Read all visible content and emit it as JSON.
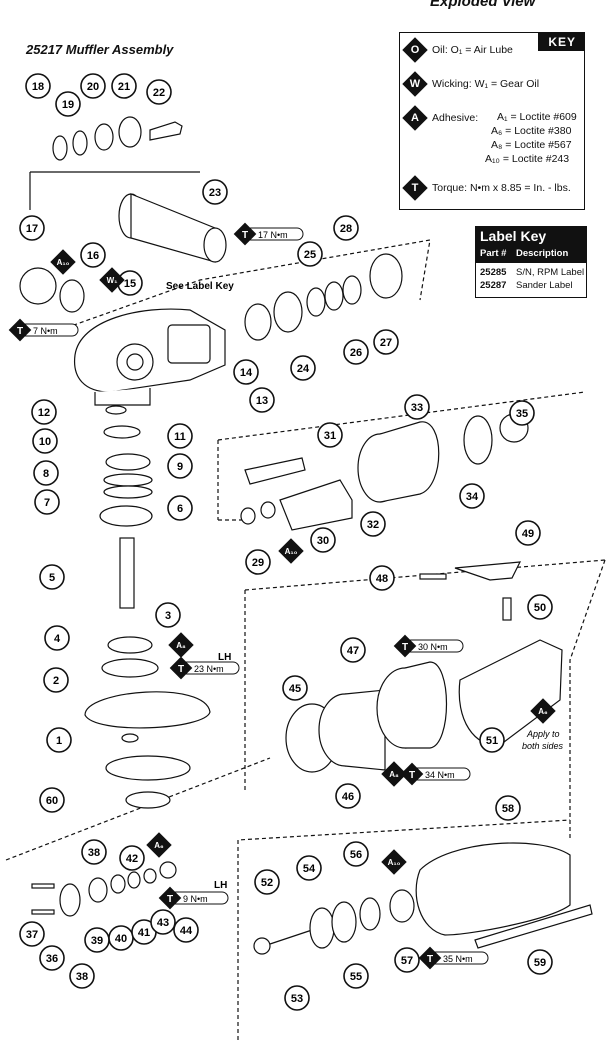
{
  "header": {
    "title": "Exploded View"
  },
  "muffler": {
    "title": "25217 Muffler Assembly"
  },
  "key": {
    "title": "KEY",
    "rows": [
      {
        "symbol": "O",
        "text": "Oil: O₁ = Air Lube"
      },
      {
        "symbol": "W",
        "text": "Wicking: W₁ = Gear Oil"
      },
      {
        "symbol": "A",
        "text": "Adhesive:"
      },
      {
        "symbol": "T",
        "text": "Torque: N•m x 8.85 = In. - lbs."
      }
    ],
    "adhesives": [
      "A₁ = Loctite #609",
      "A₆ = Loctite #380",
      "A₈ = Loctite #567",
      "A₁₀ = Loctite #243"
    ]
  },
  "label_key": {
    "title": "Label Key",
    "col_part": "Part #",
    "col_desc": "Description",
    "rows": [
      {
        "part": "25285",
        "desc": "S/N, RPM Label"
      },
      {
        "part": "25287",
        "desc": "Sander Label"
      }
    ]
  },
  "callouts": {
    "see_label_key": "See Label Key",
    "apply_both_sides_1": "Apply to",
    "apply_both_sides_2": "both sides",
    "lh": "LH"
  },
  "part_numbers": [
    "1",
    "2",
    "3",
    "4",
    "5",
    "6",
    "7",
    "8",
    "9",
    "10",
    "11",
    "12",
    "13",
    "14",
    "15",
    "16",
    "17",
    "18",
    "19",
    "20",
    "21",
    "22",
    "23",
    "24",
    "25",
    "26",
    "27",
    "28",
    "29",
    "30",
    "31",
    "32",
    "33",
    "34",
    "35",
    "36",
    "37",
    "38",
    "39",
    "40",
    "41",
    "42",
    "43",
    "44",
    "45",
    "46",
    "47",
    "48",
    "49",
    "50",
    "51",
    "52",
    "53",
    "54",
    "55",
    "56",
    "57",
    "58",
    "59",
    "60"
  ],
  "torques": [
    "17 N•m",
    "7 N•m",
    "23 N•m",
    "30 N•m",
    "34 N•m",
    "9 N•m",
    "35 N•m"
  ],
  "symbol_tags": [
    "A₁₀",
    "W₁",
    "A₈",
    "A₁₀",
    "A₆",
    "A₈",
    "A₆",
    "A₁₀"
  ]
}
